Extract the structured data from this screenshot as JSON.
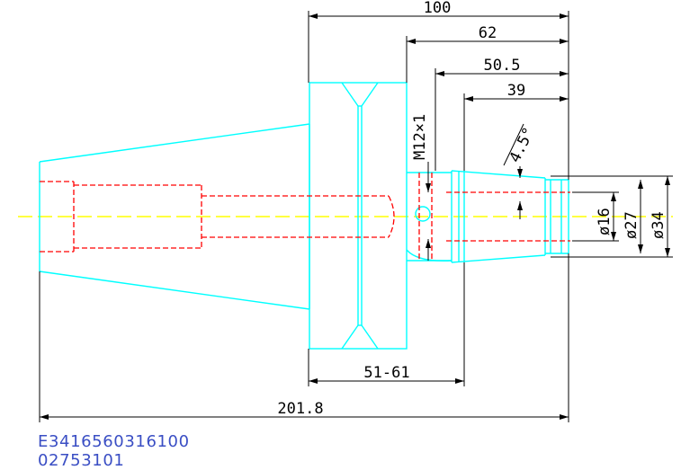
{
  "drawing": {
    "colors": {
      "outline": "#00ffff",
      "hidden": "#ff0000",
      "centerline": "#ffff00",
      "dimension": "#000000",
      "id_text": "#3a4ec4"
    },
    "dimensions": {
      "total_length": "201.8",
      "length_100": "100",
      "length_62": "62",
      "length_50_5": "50.5",
      "length_39": "39",
      "length_range": "51-61",
      "thread": "M12×1",
      "taper_angle": "4.5°",
      "dia_16": "ø16",
      "dia_27": "ø27",
      "dia_34": "ø34"
    },
    "part_number": "E3416560316100",
    "order_number": "02753101"
  }
}
